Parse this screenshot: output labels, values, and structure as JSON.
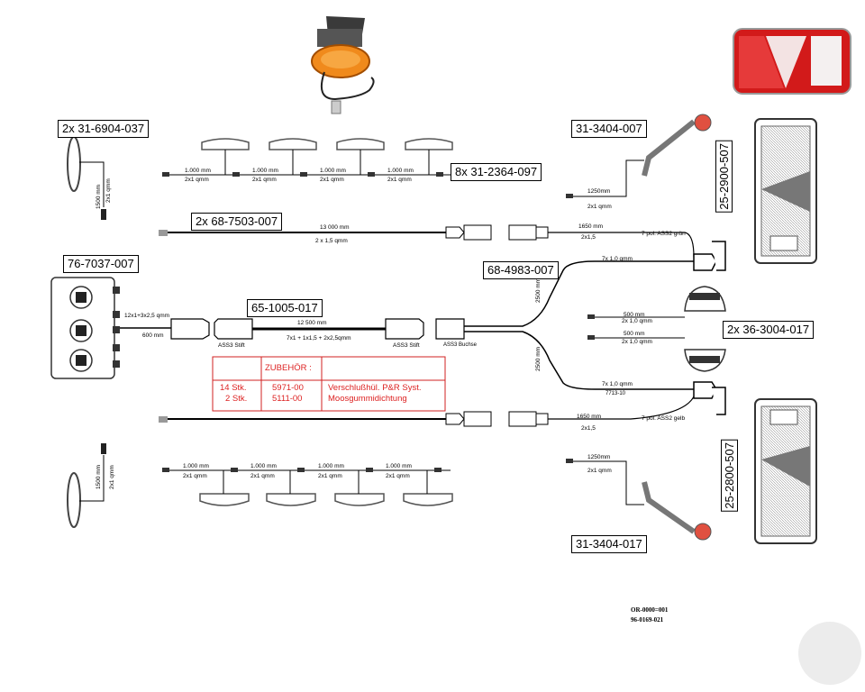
{
  "parts": {
    "side_marker_top": "2x 31-6904-037",
    "marker_row_top": "8x 31-2364-097",
    "cable_13m": "2x 68-7503-007",
    "junction_box": "76-7037-007",
    "main_cable": "65-1005-017",
    "splitter": "68-4983-007",
    "outline_top": "31-3404-007",
    "tail_top": "25-2900-507",
    "plate_lamps": "2x 36-3004-017",
    "tail_bottom": "25-2800-507",
    "outline_bottom": "31-3404-017"
  },
  "cable_labels": {
    "seg_1000": "1.000 mm",
    "seg_2x1": "2x1 qmm",
    "side_1500": "1500 mm",
    "side_2x1": "2x1 qmm",
    "c13000": "13 000 mm",
    "c13000_section": "2 x 1,5 qmm",
    "box_cable": "12x1+3x2,5 qmm",
    "box_600": "600 mm",
    "main_12500": "12 500 mm",
    "main_section": "7x1 + 1x1,5 + 2x2,5qmm",
    "ass3_stift_1": "ASS3 Stift",
    "ass3_stift_2": "ASS3 Stift",
    "ass3_buchse": "ASS3 Buchse",
    "c1650_top": "1650 mm",
    "c1650_top_section": "2x1,5",
    "pol_gruen": "7 pol. ASS2  grün",
    "c7x1_top": "7x 1,0 qmm",
    "c2500_top": "2500 mm",
    "c2500_bottom": "2500 mm",
    "c500_1": "500 mm",
    "c500_1_section": "2x 1,0 qmm",
    "c500_2": "500 mm",
    "c500_2_section": "2x 1,0 qmm",
    "c7x1_bottom": "7x 1,0 qmm",
    "c7713": "7713-10",
    "c1650_bottom": "1650 mm",
    "c1650_bottom_section": "2x1,5",
    "pol_gelb": "7 pol. ASS2  gelb",
    "c1250_top": "1250mm",
    "c1250_top_section": "2x1 qmm",
    "c1250_bottom": "1250mm",
    "c1250_bottom_section": "2x1 qmm"
  },
  "accessories": {
    "header": "ZUBEHÖR :",
    "rows": [
      {
        "qty": "14 Stk.",
        "code": "5971-00",
        "desc": "Verschlußhül. P&R Syst."
      },
      {
        "qty": "2 Stk.",
        "code": "5111-00",
        "desc": "Moosgummidichtung"
      }
    ]
  },
  "footer": {
    "line1": "OR-0000=001",
    "line2": "96-0169-021"
  },
  "colors": {
    "accent_red": "#d22222",
    "amber": "#f08a1c",
    "line": "#000000",
    "lamp_grey": "#888888"
  }
}
